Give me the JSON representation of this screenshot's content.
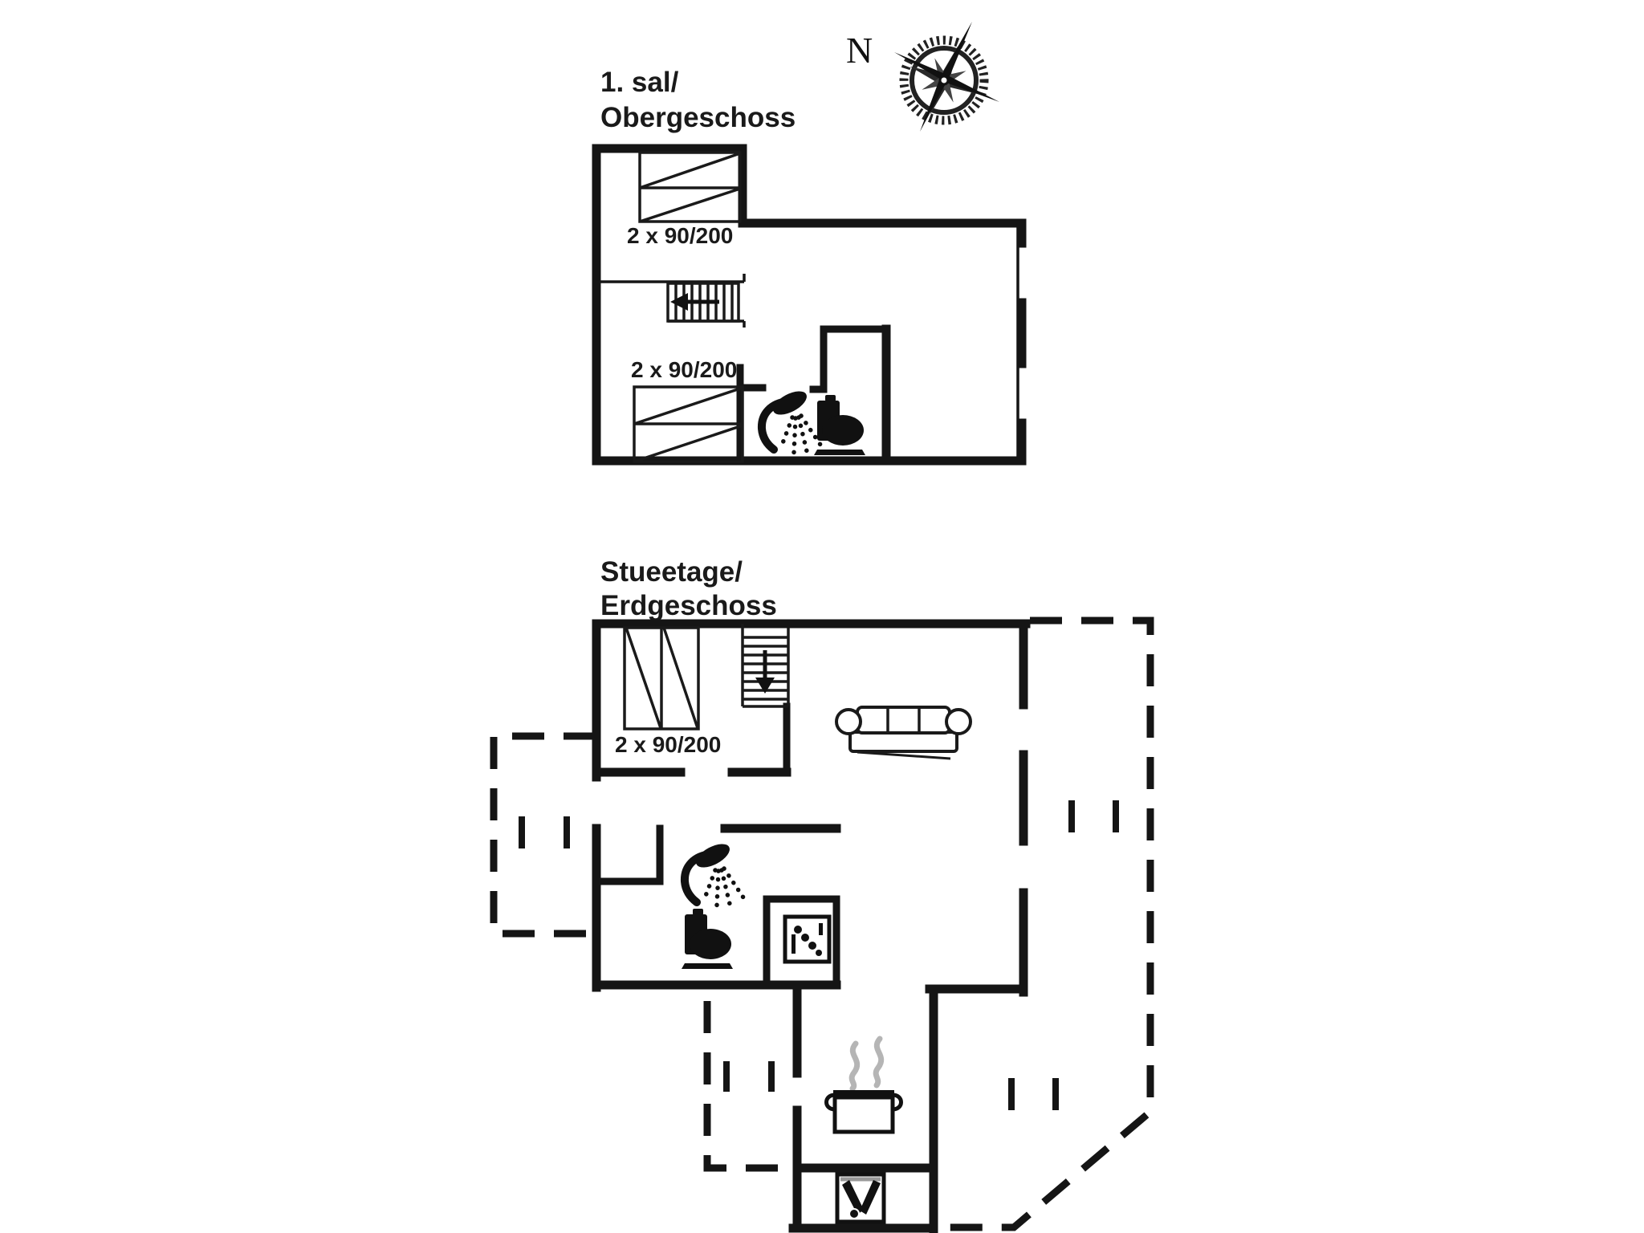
{
  "document": {
    "type": "floor-plan",
    "background_color": "#ffffff",
    "line_color": "#151515",
    "steam_color": "#b5b5b5",
    "stove_top_color": "#999999"
  },
  "compass": {
    "label": "N"
  },
  "floors": {
    "upper": {
      "title_line1": "1. sal/",
      "title_line2": "Obergeschoss",
      "bed_labels": [
        "2 x 90/200",
        "2 x 90/200"
      ]
    },
    "ground": {
      "title_line1": "Stueetage/",
      "title_line2": "Erdgeschoss",
      "bed_labels": [
        "2 x 90/200"
      ]
    }
  },
  "icons": {
    "compass": "compass-rose-icon",
    "stairs_upper": "stairs-up-icon",
    "stairs_ground": "stairs-down-icon",
    "shower": "shower-icon",
    "toilet": "toilet-icon",
    "washing_machine": "washing-machine-icon",
    "sofa": "sofa-icon",
    "cooking_pot": "cooking-pot-icon",
    "wood_stove": "wood-stove-icon",
    "bed": "bed-symbol"
  }
}
